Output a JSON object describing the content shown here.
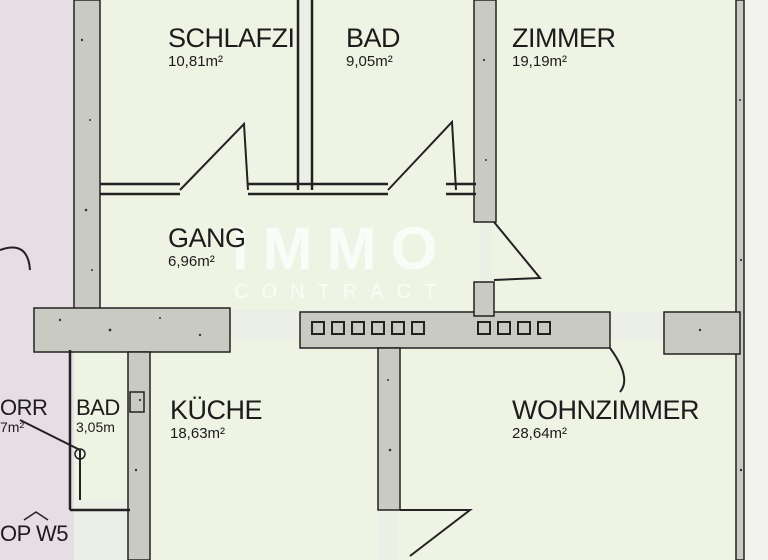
{
  "rooms": {
    "schlafzi": {
      "name": "SCHLAFZI",
      "area": "10,81m²"
    },
    "bad_top": {
      "name": "BAD",
      "area": "9,05m²"
    },
    "zimmer": {
      "name": "ZIMMER",
      "area": "19,19m²"
    },
    "gang": {
      "name": "GANG",
      "area": "6,96m²"
    },
    "korr": {
      "name": "ORR",
      "area": "7m²"
    },
    "bad_small": {
      "name": "BAD",
      "area": "3,05m"
    },
    "kueche": {
      "name": "KÜCHE",
      "area": "18,63m²"
    },
    "wohnzimmer": {
      "name": "WOHNZIMMER",
      "area": "28,64m²"
    }
  },
  "unit_label": "OP W5",
  "watermark": {
    "main": "IMMO",
    "sub": "CONTRACT"
  },
  "colors": {
    "floor": "#eef3e3",
    "outside": "#f4f4f1",
    "wall": "#c9cbc3",
    "wall_speckle": "#3a3a3a",
    "line": "#222222",
    "neighbor": "#e4d9e2"
  }
}
